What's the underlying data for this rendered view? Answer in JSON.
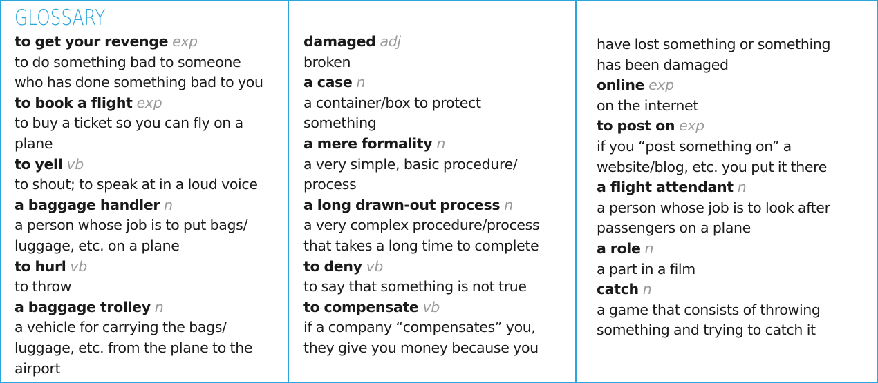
{
  "title": "GLOSSARY",
  "columns": [
    {
      "entries": [
        {
          "term": "to get your revenge",
          "pos": "exp",
          "def_lines": [
            "to do something bad to someone",
            "who has done something bad to you"
          ]
        },
        {
          "term": "to book a flight",
          "pos": "exp",
          "def_lines": [
            "to buy a ticket so you can fly on a",
            "plane"
          ]
        },
        {
          "term": "to yell",
          "pos": "vb",
          "def_lines": [
            "to shout; to speak at in a loud voice"
          ]
        },
        {
          "term": "a baggage handler",
          "pos": "n",
          "def_lines": [
            "a person whose job is to put bags/",
            "luggage, etc. on a plane"
          ]
        },
        {
          "term": "to hurl",
          "pos": "vb",
          "def_lines": [
            "to throw"
          ]
        },
        {
          "term": "a baggage trolley",
          "pos": "n",
          "def_lines": [
            "a vehicle for carrying the bags/",
            "luggage, etc. from the plane to the",
            "airport"
          ]
        }
      ]
    },
    {
      "entries": [
        {
          "term": "damaged",
          "pos": "adj",
          "def_lines": [
            "broken"
          ]
        },
        {
          "term": "a case",
          "pos": "n",
          "def_lines": [
            "a container/box to protect",
            "something"
          ]
        },
        {
          "term": "a mere formality",
          "pos": "n",
          "def_lines": [
            "a very simple, basic procedure/",
            "process"
          ]
        },
        {
          "term": "a long drawn-out process",
          "pos": "n",
          "def_lines": [
            "a very complex procedure/process",
            "that takes a long time to complete"
          ]
        },
        {
          "term": "to deny",
          "pos": "vb",
          "def_lines": [
            "to say that something is not true"
          ]
        },
        {
          "term": "to compensate",
          "pos": "vb",
          "def_lines": [
            "if a company “compensates” you,",
            "they give you money because you"
          ]
        }
      ]
    },
    {
      "entries": [
        {
          "term": "",
          "pos": "",
          "def_lines": [
            "have lost something or something",
            "has been damaged"
          ]
        },
        {
          "term": "online",
          "pos": "exp",
          "def_lines": [
            "on the internet"
          ]
        },
        {
          "term": "to post on",
          "pos": "exp",
          "def_lines": [
            "if you “post something on” a",
            "website/blog, etc. you put it there"
          ]
        },
        {
          "term": "a flight attendant",
          "pos": "n",
          "def_lines": [
            "a person whose job is to look after",
            "passengers on a plane"
          ]
        },
        {
          "term": "a role",
          "pos": "n",
          "def_lines": [
            "a part in a film"
          ]
        },
        {
          "term": "catch",
          "pos": "n",
          "def_lines": [
            "a game that consists of throwing",
            "something and trying to catch it"
          ]
        }
      ]
    }
  ],
  "colors": {
    "accent": "#2aa6dd",
    "pos": "#9a9a9a",
    "text": "#1a1a1a"
  }
}
